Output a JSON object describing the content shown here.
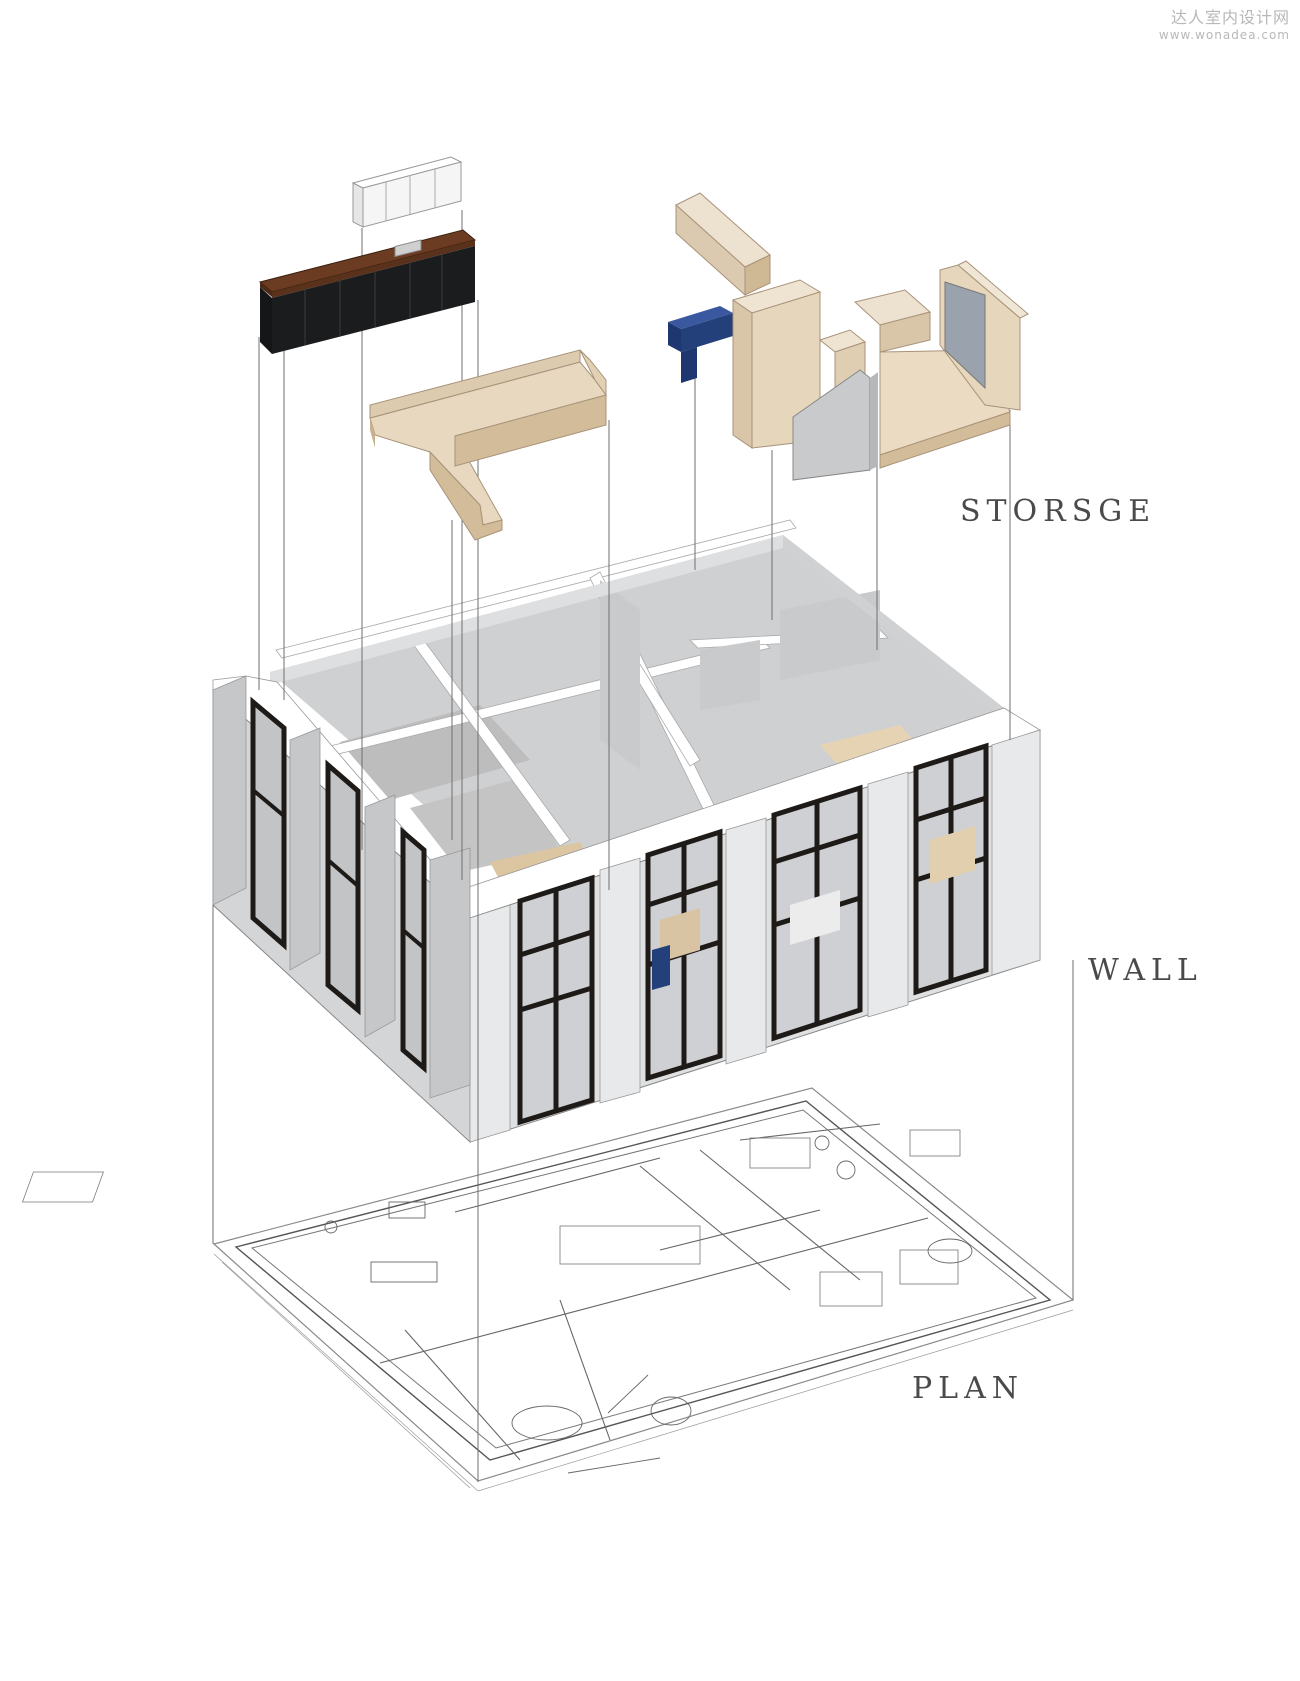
{
  "watermark": {
    "brand": "达人室内设计网",
    "url": "www.wonadea.com"
  },
  "layers": [
    {
      "id": "storage",
      "label": "STORSGE"
    },
    {
      "id": "wall",
      "label": "WALL"
    },
    {
      "id": "plan",
      "label": "PLAN"
    }
  ],
  "colors": {
    "wall_face": "#d7d8da",
    "wall_top": "#ffffff",
    "wall_dark": "#bfc0c3",
    "window_frame": "#1e1a17",
    "wood_light": "#e8d8bf",
    "wood_side": "#d2bc9a",
    "walnut": "#6b3b22",
    "black_cabinet": "#1b1c1e",
    "navy": "#24407a",
    "terrazzo": "#b9b9b9",
    "line": "#6f6f6f",
    "label_text": "#4a4a4a"
  }
}
